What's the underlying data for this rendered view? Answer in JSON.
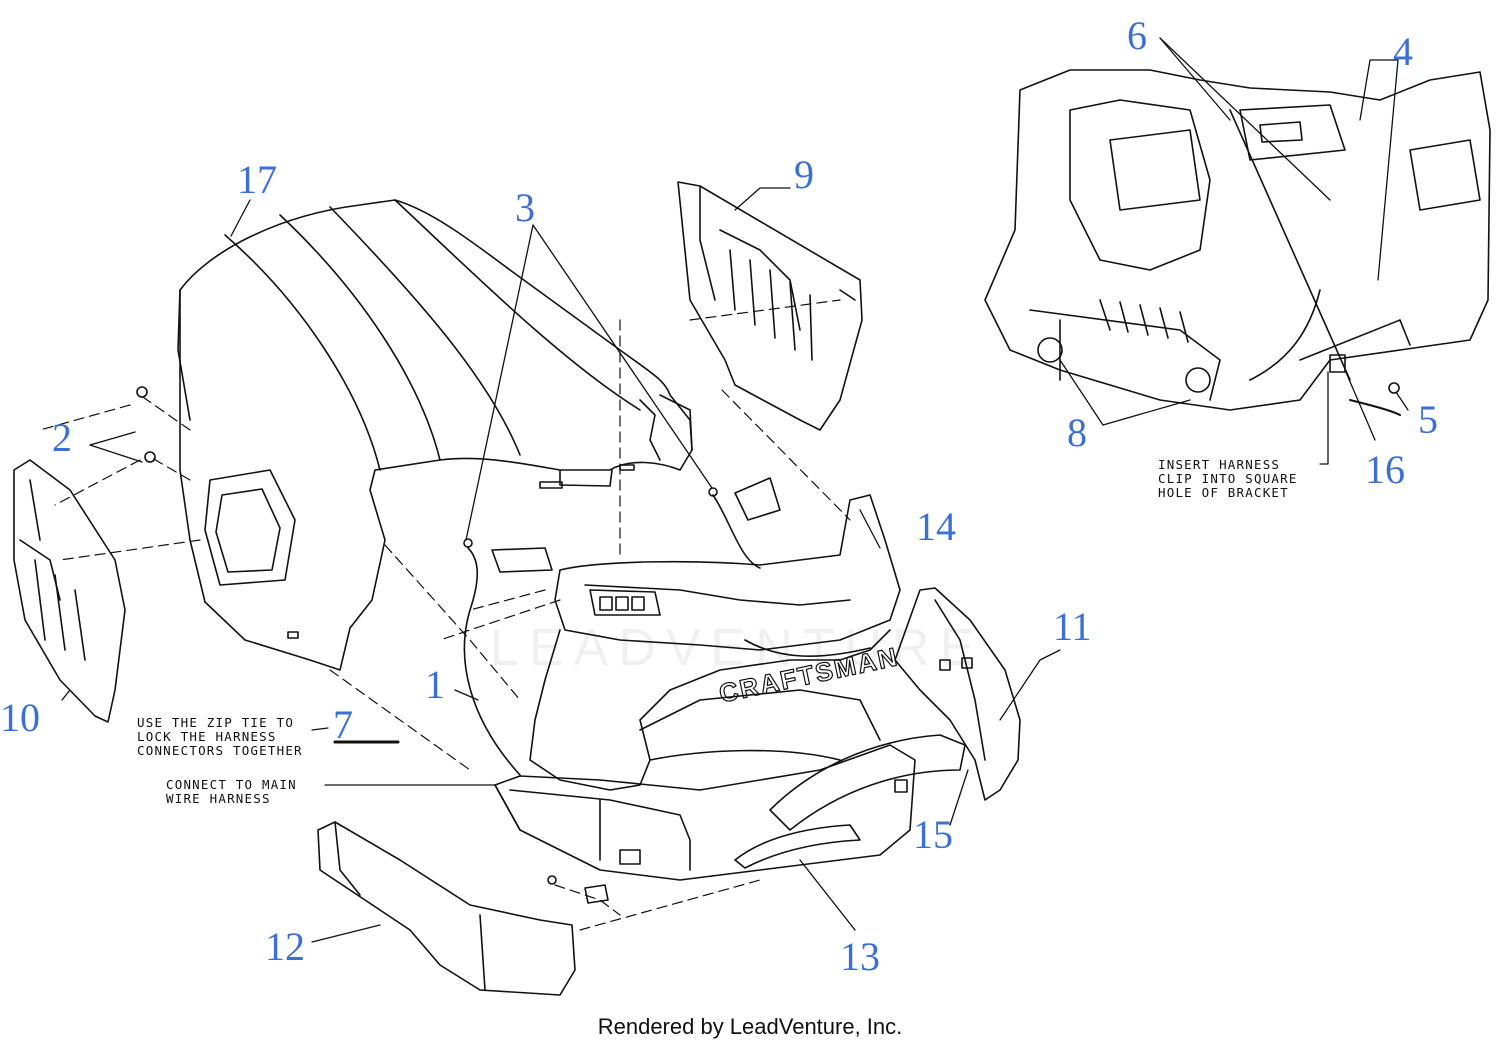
{
  "callouts": {
    "c1": "1",
    "c2": "2",
    "c3": "3",
    "c4": "4",
    "c5": "5",
    "c6": "6",
    "c7": "7",
    "c8": "8",
    "c9": "9",
    "c10": "10",
    "c11": "11",
    "c12": "12",
    "c13": "13",
    "c14": "14",
    "c15": "15",
    "c16": "16",
    "c17": "17"
  },
  "notes": {
    "zip_tie": "USE THE ZIP TIE TO\nLOCK THE HARNESS\nCONNECTORS TOGETHER",
    "connect_main": "CONNECT TO MAIN\nWIRE HARNESS",
    "insert_harness": "INSERT HARNESS\nCLIP INTO SQUARE\nHOLE OF BRACKET"
  },
  "logo_text": "CRAFTSMAN",
  "watermark": "LEADVENTURE",
  "footer": "Rendered by LeadVenture, Inc.",
  "colors": {
    "callout": "#3b6fd4",
    "line": "#111111"
  }
}
